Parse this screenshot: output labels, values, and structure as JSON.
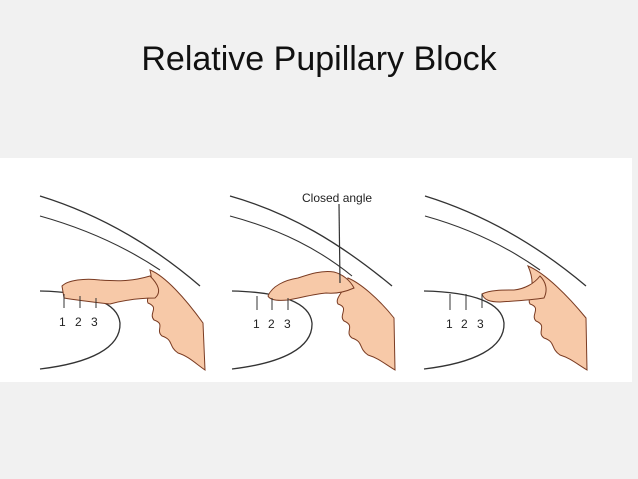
{
  "slide": {
    "title": "Relative Pupillary Block"
  },
  "figure": {
    "annotation": "Closed angle",
    "panels": [
      {
        "labels": [
          "1",
          "2",
          "3"
        ]
      },
      {
        "labels": [
          "1",
          "2",
          "3"
        ]
      },
      {
        "labels": [
          "1",
          "2",
          "3"
        ]
      }
    ],
    "colors": {
      "iris_fill": "#f7c9a8",
      "iris_outline": "#7a3b22",
      "line": "#333333",
      "background": "#ffffff"
    }
  }
}
